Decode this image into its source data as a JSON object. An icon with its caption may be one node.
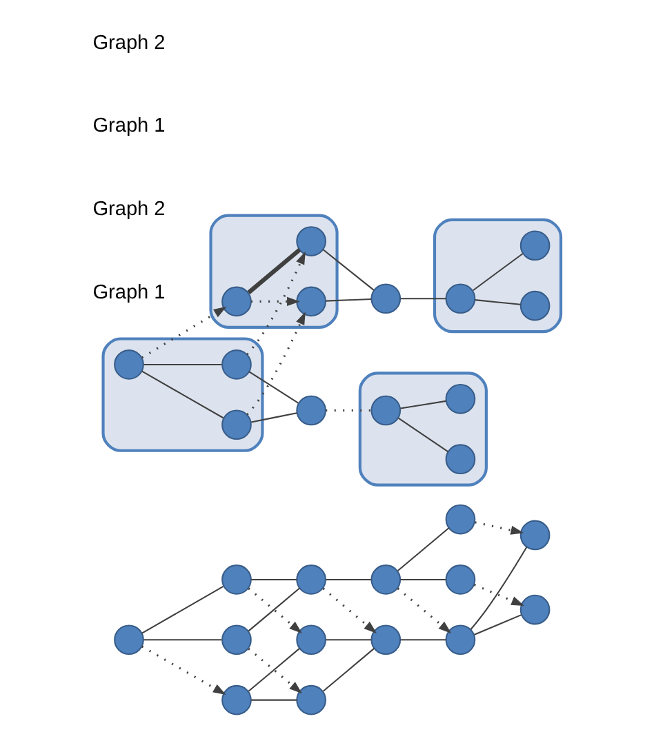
{
  "diagram": {
    "nodes": [
      {
        "text": [],
        "shape": "circle"
      },
      {
        "text": [],
        "shape": "circle"
      },
      {
        "text": [],
        "shape": "circle"
      },
      {
        "text": [],
        "shape": "circle"
      },
      {
        "text": [],
        "shape": "circle"
      },
      {
        "text": [],
        "shape": "circle"
      },
      {
        "text": [],
        "shape": "circle"
      },
      {
        "text": [],
        "shape": "circle"
      },
      {
        "text": [],
        "shape": "circle"
      },
      {
        "text": [],
        "shape": "circle"
      },
      {
        "text": [],
        "shape": "circle"
      },
      {
        "text": [],
        "shape": "circle"
      },
      {
        "text": [],
        "shape": "circle"
      },
      {
        "text": [],
        "shape": "circle"
      },
      {
        "text": [],
        "shape": "ellipse"
      },
      {
        "text": [],
        "shape": "circle",
        "in": 14
      },
      {
        "text": [],
        "shape": "circle",
        "in": 14
      },
      {
        "text": [],
        "shape": "circle",
        "in": 14
      },
      {
        "text": [],
        "shape": "circle"
      },
      {
        "text": [],
        "shape": "ellipse"
      },
      {
        "text": [],
        "shape": "circle",
        "in": 19
      },
      {
        "text": [],
        "shape": "circle",
        "in": 19
      },
      {
        "text": [],
        "shape": "circle",
        "in": 19
      },
      {
        "text": [],
        "shape": "ellipse"
      },
      {
        "text": [],
        "shape": "circle",
        "in": 23
      },
      {
        "text": [],
        "shape": "circle",
        "in": 23
      },
      {
        "text": [],
        "shape": "circle",
        "in": 23
      },
      {
        "text": [],
        "shape": "circle"
      },
      {
        "text": [],
        "shape": "ellipse"
      },
      {
        "text": [],
        "shape": "circle",
        "in": 28
      },
      {
        "text": [],
        "shape": "circle",
        "in": 28
      },
      {
        "text": [],
        "shape": "circle",
        "in": 28
      }
    ],
    "edges": [
      {
        "from": 0,
        "to": 1,
        "arrow": "none"
      },
      {
        "from": 0,
        "to": 2,
        "arrow": "none"
      },
      {
        "from": 1,
        "to": 3,
        "arrow": "none"
      },
      {
        "from": 2,
        "to": 3,
        "arrow": "none"
      },
      {
        "from": 3,
        "to": 4,
        "arrow": "none"
      },
      {
        "from": 4,
        "to": 5,
        "arrow": "none"
      },
      {
        "from": 4,
        "to": 6,
        "arrow": "none"
      },
      {
        "from": 7,
        "to": 8,
        "arrow": "none"
      },
      {
        "from": 7,
        "to": 9,
        "arrow": "none"
      },
      {
        "from": 8,
        "to": 10,
        "arrow": "none"
      },
      {
        "from": 9,
        "to": 10,
        "arrow": "none"
      },
      {
        "from": 10,
        "to": 11,
        "arrow": "none"
      },
      {
        "from": 11,
        "to": 12,
        "arrow": "none"
      },
      {
        "from": 11,
        "to": 13,
        "arrow": "none"
      },
      {
        "from": 0,
        "to": 7,
        "arrow": "to",
        "style": "dashed"
      },
      {
        "from": 1,
        "to": 8,
        "arrow": "to",
        "style": "dashed"
      },
      {
        "from": 2,
        "to": 9,
        "arrow": "to",
        "style": "dashed"
      },
      {
        "from": 3,
        "to": 10,
        "arrow": "to",
        "style": "dashed"
      },
      {
        "from": 4,
        "to": 11,
        "arrow": "to",
        "style": "dashed"
      },
      {
        "from": 5,
        "to": 12,
        "arrow": "to",
        "style": "dashed"
      },
      {
        "from": 6,
        "to": 13,
        "arrow": "to",
        "style": "dashed"
      },
      {
        "from": 15,
        "to": 16,
        "arrow": "none"
      },
      {
        "from": 15,
        "to": 17,
        "arrow": "none"
      },
      {
        "from": 16,
        "to": 18,
        "arrow": "none"
      },
      {
        "from": 17,
        "to": 18,
        "arrow": "none"
      },
      {
        "from": 18,
        "to": 20,
        "arrow": "none",
        "style": "dashed"
      },
      {
        "from": 20,
        "to": 21,
        "arrow": "none"
      },
      {
        "from": 20,
        "to": 22,
        "arrow": "none"
      },
      {
        "from": 24,
        "to": 25,
        "arrow": "none",
        "style": "thick"
      },
      {
        "from": 24,
        "to": 26,
        "arrow": "to",
        "style": "dashed"
      },
      {
        "from": 25,
        "to": 27,
        "arrow": "none"
      },
      {
        "from": 26,
        "to": 27,
        "arrow": "none"
      },
      {
        "from": 27,
        "to": 29,
        "arrow": "none"
      },
      {
        "from": 29,
        "to": 30,
        "arrow": "none"
      },
      {
        "from": 29,
        "to": 31,
        "arrow": "none"
      },
      {
        "from": 15,
        "to": 24,
        "arrow": "to",
        "style": "dashed"
      },
      {
        "from": 17,
        "to": 25,
        "arrow": "to",
        "style": "dashed"
      },
      {
        "from": 16,
        "to": 26,
        "arrow": "to",
        "style": "dashed"
      }
    ],
    "labels": [
      "Graph 1",
      "Graph 2",
      "Graph 1",
      "Graph 2"
    ]
  }
}
